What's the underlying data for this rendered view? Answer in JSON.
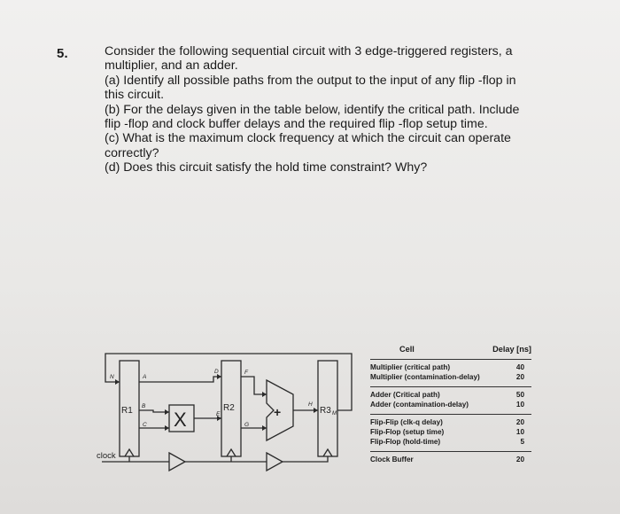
{
  "question": {
    "number": "5.",
    "lines": [
      "Consider the following sequential circuit with 3 edge-triggered registers, a",
      "multiplier, and an adder.",
      "(a)  Identify all possible paths from the output to the input of any flip -flop in",
      "this circuit.",
      "(b)  For the delays given in the table below, identify the critical path. Include",
      "flip -flop and clock buffer delays and the required flip -flop setup time.",
      "(c)  What is the maximum clock frequency at which the circuit can operate",
      "correctly?",
      "(d)  Does this circuit satisfy the hold time constraint? Why?"
    ]
  },
  "circuit": {
    "register_labels": [
      "R1",
      "R2",
      "R3"
    ],
    "multiplier_symbol": "X",
    "adder_symbol": "+",
    "node_labels": [
      "N",
      "A",
      "B",
      "C",
      "D",
      "E",
      "F",
      "G",
      "H",
      "M"
    ],
    "clock_label": "clock"
  },
  "delay_table": {
    "header": {
      "cell": "Cell",
      "delay": "Delay [ns]"
    },
    "groups": [
      [
        {
          "cell": "Multiplier (critical path)",
          "delay": "40"
        },
        {
          "cell": "Multiplier (contamination-delay)",
          "delay": "20"
        }
      ],
      [
        {
          "cell": "Adder (Critical path)",
          "delay": "50"
        },
        {
          "cell": "Adder (contamination-delay)",
          "delay": "10"
        }
      ],
      [
        {
          "cell": "Flip-Flip (clk-q delay)",
          "delay": "20"
        },
        {
          "cell": "Flip-Flop (setup time)",
          "delay": "10"
        },
        {
          "cell": "Flip-Flop (hold-time)",
          "delay": "5"
        }
      ],
      [
        {
          "cell": "Clock Buffer",
          "delay": "20"
        }
      ]
    ]
  }
}
